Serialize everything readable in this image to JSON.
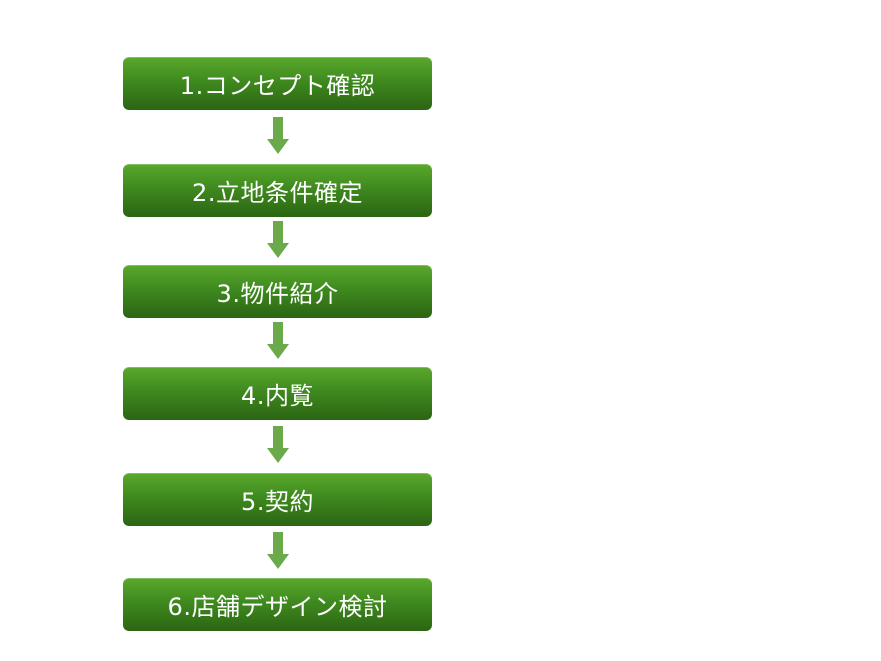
{
  "flow": {
    "steps": [
      {
        "label": "1.コンセプト確認"
      },
      {
        "label": "2.立地条件確定"
      },
      {
        "label": "3.物件紹介"
      },
      {
        "label": "4.内覧"
      },
      {
        "label": "5.契約"
      },
      {
        "label": "6.店舗デザイン検討"
      }
    ],
    "arrow_icon": "down-arrow-icon",
    "colors": {
      "box_top": "#5aa82c",
      "box_bottom": "#2b6513",
      "arrow": "#6aaa4a",
      "text": "#ffffff"
    }
  }
}
